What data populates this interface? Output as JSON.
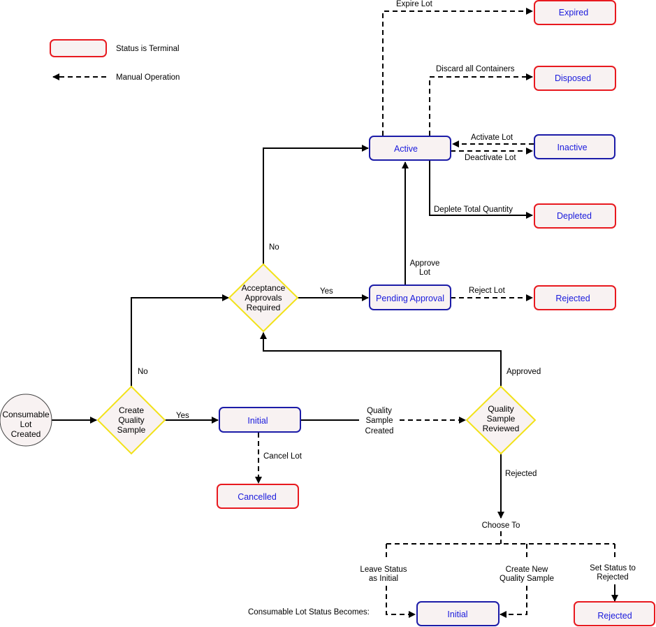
{
  "legend": {
    "terminal": "Status is Terminal",
    "manual": "Manual Operation"
  },
  "nodes": {
    "start": [
      "Consumable",
      "Lot",
      "Created"
    ],
    "create_quality": [
      "Create",
      "Quality",
      "Sample"
    ],
    "acceptance": [
      "Acceptance",
      "Approvals",
      "Required"
    ],
    "quality_reviewed": [
      "Quality",
      "Sample",
      "Reviewed"
    ],
    "active": "Active",
    "pending_approval": "Pending Approval",
    "initial": "Initial",
    "cancelled": "Cancelled",
    "expired": "Expired",
    "disposed": "Disposed",
    "inactive": "Inactive",
    "depleted": "Depleted",
    "rejected": "Rejected",
    "final_initial": "Initial",
    "final_rejected": "Rejected"
  },
  "edges": {
    "no_top": "No",
    "no_bottom": "No",
    "yes_acceptance": "Yes",
    "yes_create": "Yes",
    "approve_lot": [
      "Approve",
      "Lot"
    ],
    "reject_lot": "Reject Lot",
    "expire_lot": "Expire Lot",
    "discard_all": "Discard all Containers",
    "activate_lot": "Activate Lot",
    "deactivate_lot": "Deactivate Lot",
    "deplete_total": "Deplete Total Quantity",
    "quality_sample_created": [
      "Quality",
      "Sample",
      "Created"
    ],
    "cancel_lot": "Cancel Lot",
    "approved": "Approved",
    "rejected": "Rejected",
    "choose_to": "Choose To",
    "leave_status": [
      "Leave Status",
      "as Initial"
    ],
    "create_new": [
      "Create New",
      "Quality Sample"
    ],
    "set_status": [
      "Set Status to",
      "Rejected"
    ],
    "lot_status_becomes": "Consumable Lot Status Becomes:"
  },
  "colors": {
    "terminal_border": "#e8191f",
    "status_border": "#1c1ca8",
    "decision_border": "#f2e21a",
    "node_fill": "#f8f2f2",
    "label_blue": "#1a1adc"
  }
}
